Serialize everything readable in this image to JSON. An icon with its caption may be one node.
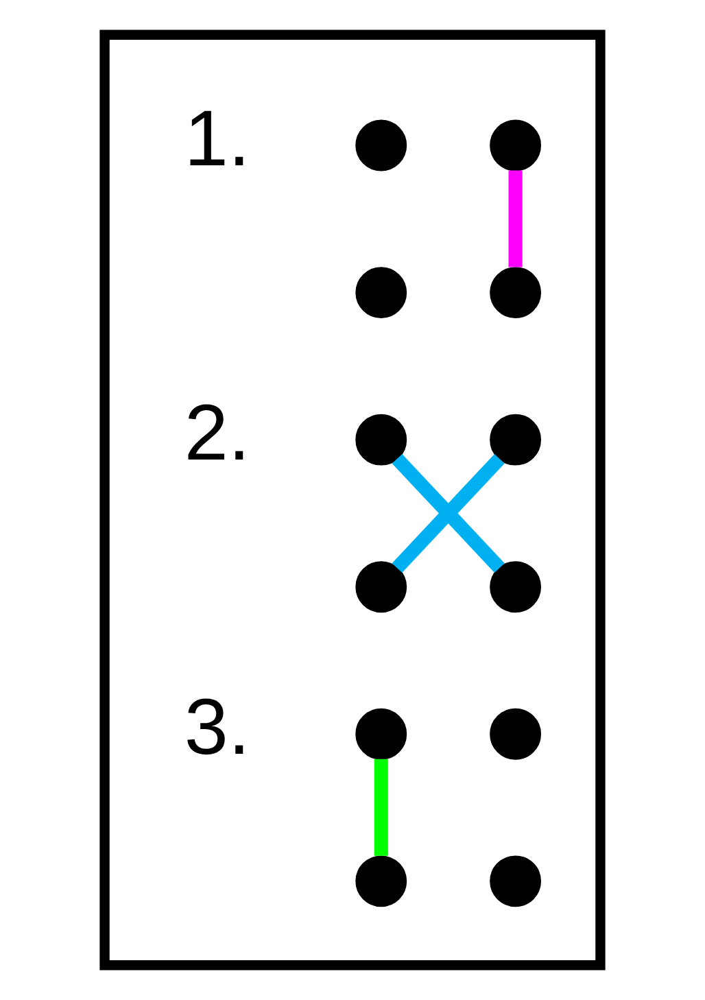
{
  "diagram": {
    "nodes": [
      {
        "text": [],
        "shape": "box"
      },
      {
        "text": [],
        "shape": "circle",
        "in": 0
      },
      {
        "text": [],
        "shape": "circle",
        "in": 0
      },
      {
        "text": [],
        "shape": "circle",
        "in": 0
      },
      {
        "text": [],
        "shape": "circle",
        "in": 0
      },
      {
        "text": [],
        "shape": "circle",
        "in": 0
      },
      {
        "text": [],
        "shape": "circle",
        "in": 0
      },
      {
        "text": [],
        "shape": "circle",
        "in": 0
      },
      {
        "text": [],
        "shape": "circle",
        "in": 0
      },
      {
        "text": [],
        "shape": "circle",
        "in": 0
      },
      {
        "text": [],
        "shape": "circle",
        "in": 0
      },
      {
        "text": [],
        "shape": "circle",
        "in": 0
      },
      {
        "text": [],
        "shape": "circle",
        "in": 0
      }
    ],
    "edges": [
      {
        "from": 2,
        "to": 4,
        "arrow": "none",
        "color": "#ff00ff"
      },
      {
        "from": 5,
        "to": 8,
        "arrow": "none",
        "color": "#00b0f0"
      },
      {
        "from": 6,
        "to": 7,
        "arrow": "none",
        "color": "#00b0f0"
      },
      {
        "from": 9,
        "to": 11,
        "arrow": "none",
        "color": "#00ff00"
      }
    ],
    "labels": [
      "1.",
      "2.",
      "3."
    ]
  }
}
